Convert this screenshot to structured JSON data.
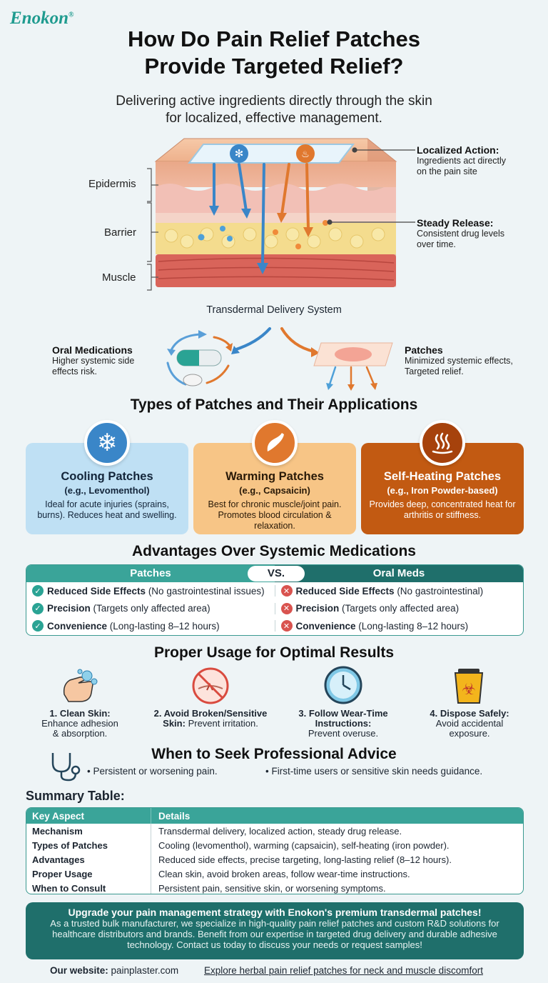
{
  "brand": {
    "name": "Enokon",
    "mark": "®"
  },
  "header": {
    "title_line1": "How Do Pain Relief Patches",
    "title_line2": "Provide Targeted Relief?",
    "subtitle_line1": "Delivering active ingredients directly through the skin",
    "subtitle_line2": "for localized, effective management."
  },
  "diagram": {
    "layers": [
      "Epidermis",
      "Barrier",
      "Muscle"
    ],
    "caption": "Transdermal Delivery System",
    "localized": {
      "title": "Localized Action:",
      "desc_line1": "Ingredients act directly",
      "desc_line2": "on the pain site"
    },
    "steady": {
      "title": "Steady Release:",
      "desc_line1": "Consistent drug levels",
      "desc_line2": "over time."
    },
    "oral": {
      "title": "Oral Medications",
      "desc_line1": "Higher systemic side",
      "desc_line2": "effects risk."
    },
    "patches": {
      "title": "Patches",
      "desc_line1": "Minimized systemic effects,",
      "desc_line2": "Targeted relief."
    },
    "colors": {
      "cool": "#3a86c8",
      "warm": "#e0782e"
    }
  },
  "types": {
    "title": "Types of Patches and Their Applications",
    "cards": [
      {
        "name": "Cooling Patches",
        "example": "(e.g., Levomenthol)",
        "desc": "Ideal for acute injuries (sprains, burns). Reduces heat and swelling.",
        "icon": "snowflake-icon",
        "color": "#bfe0f4"
      },
      {
        "name": "Warming Patches",
        "example": "(e.g., Capsaicin)",
        "desc": "Best for chronic muscle/joint pain. Promotes blood circulation & relaxation.",
        "icon": "chili-pepper-icon",
        "color": "#f7c586"
      },
      {
        "name": "Self-Heating Patches",
        "example": "(e.g., Iron Powder-based)",
        "desc": "Provides deep, concentrated heat for arthritis or stiffness.",
        "icon": "heat-waves-icon",
        "color": "#c25a12"
      }
    ]
  },
  "advantages": {
    "title": "Advantages Over Systemic Medications",
    "left_header": "Patches",
    "vs": "VS.",
    "right_header": "Oral Meds",
    "rows": [
      {
        "label": "Reduced Side Effects",
        "left": "(No gastrointestinal issues)",
        "right": "(No gastrointestinal)"
      },
      {
        "label": "Precision",
        "left": "(Targets only affected area)",
        "right": "(Targets only affected area)"
      },
      {
        "label": "Convenience",
        "left": "(Long-lasting 8–12 hours)",
        "right": "(Long-lasting 8–12 hours)"
      }
    ]
  },
  "usage": {
    "title": "Proper Usage for Optimal Results",
    "steps": [
      {
        "bold": "1. Clean Skin:",
        "text_line1": "Enhance adhesion",
        "text_line2": "& absorption."
      },
      {
        "bold": "2. Avoid Broken/Sensitive",
        "bold2": "Skin:",
        "text_line1": " Prevent irritation.",
        "text_line2": ""
      },
      {
        "bold": "3. Follow Wear-Time",
        "bold2": "Instructions:",
        "text_line1": "Prevent overuse.",
        "text_line2": ""
      },
      {
        "bold": "4. Dispose Safely:",
        "text_line1": "Avoid accidental",
        "text_line2": "exposure."
      }
    ]
  },
  "advice": {
    "title": "When to Seek Professional Advice",
    "items": [
      "Persistent or worsening pain.",
      "First-time users or sensitive skin needs guidance."
    ]
  },
  "summary": {
    "title": "Summary Table:",
    "headers": [
      "Key Aspect",
      "Details"
    ],
    "rows": [
      {
        "k": "Mechanism",
        "v": "Transdermal delivery, localized action, steady drug release."
      },
      {
        "k": "Types of Patches",
        "v": "Cooling (levomenthol), warming (capsaicin), self-heating (iron powder)."
      },
      {
        "k": "Advantages",
        "v": "Reduced side effects, precise targeting, long-lasting relief (8–12 hours)."
      },
      {
        "k": "Proper Usage",
        "v": "Clean skin, avoid broken areas, follow wear-time instructions."
      },
      {
        "k": "When to Consult",
        "v": "Persistent pain, sensitive skin, or worsening symptoms."
      }
    ]
  },
  "cta": {
    "title": "Upgrade your pain management strategy with Enokon's premium transdermal patches!",
    "body": "As a trusted bulk manufacturer, we specialize in high-quality pain relief patches and custom R&D solutions for healthcare distributors and brands. Benefit from our expertise in targeted drug delivery and durable adhesive technology. Contact us today to discuss your needs or request samples!"
  },
  "footer": {
    "website_label": "Our website:",
    "website": "painplaster.com",
    "link": "Explore herbal pain relief patches for neck and muscle discomfort"
  }
}
